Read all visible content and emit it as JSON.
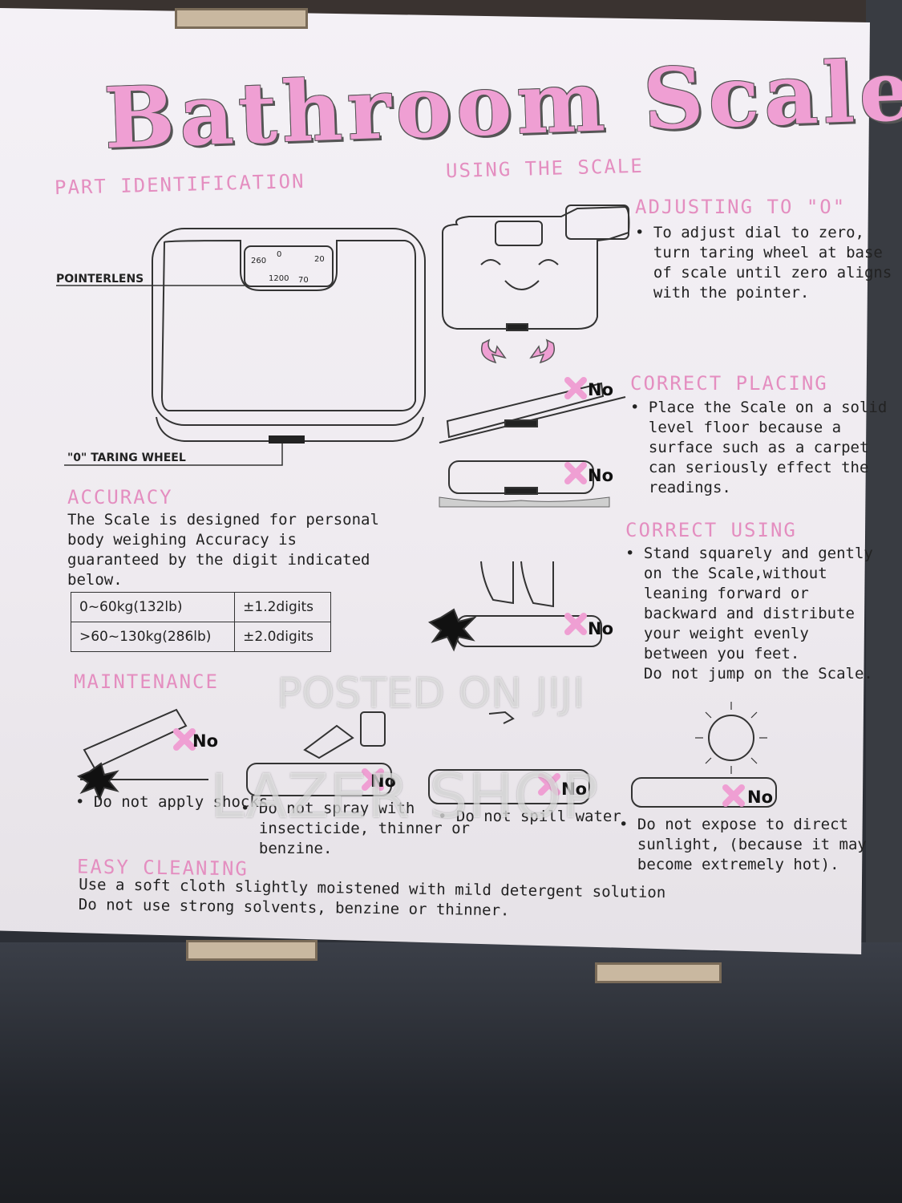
{
  "title": "Bathroom Scale",
  "part_identification": {
    "heading": "PART IDENTIFICATION",
    "pointer_label": "POINTERLENS",
    "wheel_label": "\"0\" TARING WHEEL",
    "dial_numbers": [
      "260",
      "0",
      "20",
      "1200",
      "70"
    ]
  },
  "accuracy": {
    "heading": "ACCURACY",
    "text": "The Scale is designed for personal\nbody weighing Accuracy is\nguaranteed by the digit indicated\nbelow.",
    "rows": [
      {
        "range": "0~60kg(132lb)",
        "tolerance": "±1.2digits"
      },
      {
        "range": ">60~130kg(286lb)",
        "tolerance": "±2.0digits"
      }
    ]
  },
  "using": {
    "heading": "USING THE SCALE",
    "adjusting": {
      "heading": "ADJUSTING TO \"O\"",
      "text": "• To adjust dial to zero,\n  turn taring wheel at base\n  of scale until zero aligns\n  with the pointer."
    },
    "placing": {
      "heading": "CORRECT PLACING",
      "text": "• Place the Scale on a solid\n  level floor because a\n  surface such as a carpet\n  can seriously effect the\n  readings."
    },
    "correct_using": {
      "heading": "CORRECT USING",
      "text": "• Stand squarely and gently\n  on the Scale,without\n  leaning forward or\n  backward and distribute\n  your weight evenly\n  between you feet.\n  Do not jump on the Scale."
    }
  },
  "maintenance": {
    "heading": "MAINTENANCE",
    "items": [
      "• Do not apply shocks",
      "• Do not spray with\n  insecticide, thinner or\n  benzine.",
      "• Do not spill water",
      "• Do not expose to direct\n  sunlight, (because it may\n  become extremely hot)."
    ]
  },
  "easy_cleaning": {
    "heading": "EASY CLEANING",
    "text": "Use a soft cloth slightly moistened with mild detergent solution\nDo not use strong solvents, benzine or thinner."
  },
  "no_label": "No",
  "watermark": {
    "line1": "POSTED ON JIJI",
    "line2": "LAZER SHOP"
  },
  "colors": {
    "accent_pink": "#ef9fd3",
    "heading_pink": "#e48ec0",
    "panel": "#f1eef2"
  }
}
